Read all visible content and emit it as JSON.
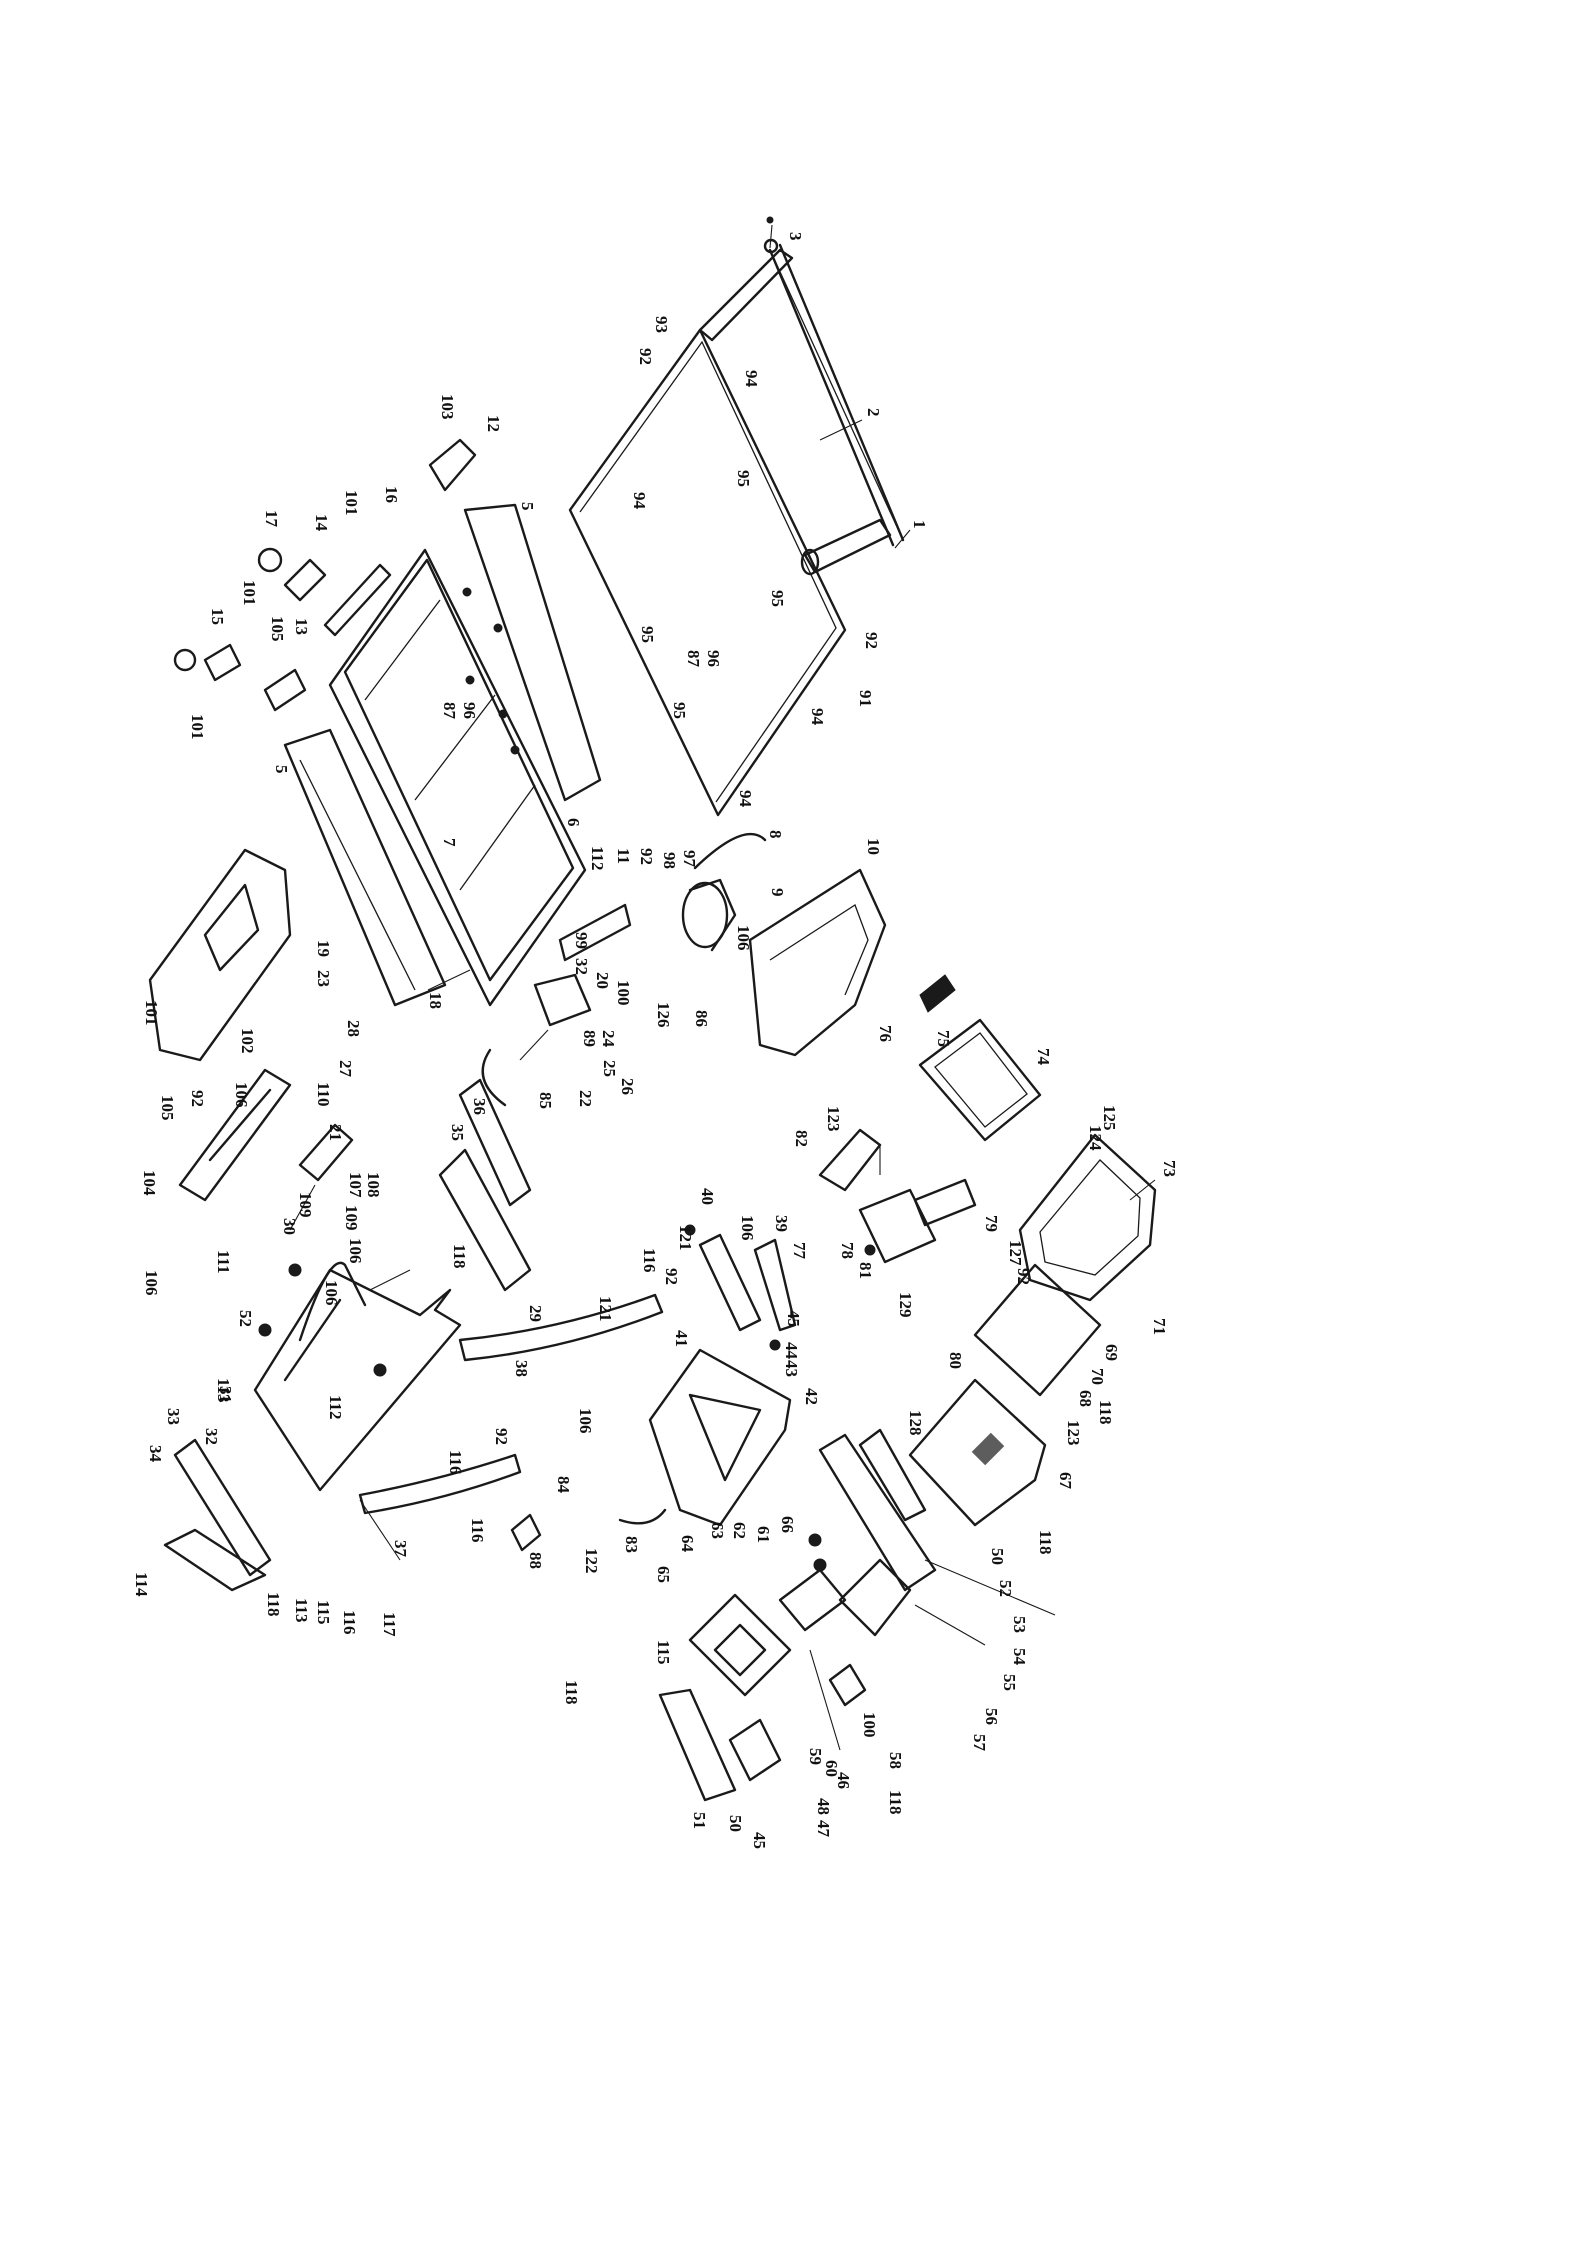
{
  "diagram": {
    "type": "exploded-parts-diagram",
    "orientation": "rotated 90 degrees clockwise",
    "label_color": "#111111",
    "line_color": "#1a1a1a",
    "background": "#ffffff"
  },
  "callouts": [
    "3",
    "93",
    "92",
    "94",
    "2",
    "1",
    "95",
    "94",
    "95",
    "92",
    "91",
    "94",
    "95",
    "96",
    "87",
    "95",
    "94",
    "103",
    "12",
    "16",
    "101",
    "14",
    "17",
    "101",
    "13",
    "105",
    "15",
    "101",
    "5",
    "96",
    "87",
    "5",
    "6",
    "7",
    "8",
    "112",
    "11",
    "92",
    "98",
    "97",
    "9",
    "106",
    "19",
    "23",
    "101",
    "102",
    "18",
    "99",
    "32",
    "20",
    "100",
    "126",
    "86",
    "89",
    "24",
    "25",
    "26",
    "22",
    "10",
    "28",
    "27",
    "110",
    "106",
    "92",
    "105",
    "104",
    "21",
    "107",
    "108",
    "109",
    "109",
    "36",
    "35",
    "85",
    "106",
    "111",
    "30",
    "106",
    "118",
    "29",
    "76",
    "75",
    "74",
    "123",
    "82",
    "73",
    "124",
    "125",
    "40",
    "106",
    "121",
    "39",
    "77",
    "78",
    "81",
    "129",
    "79",
    "127",
    "92",
    "71",
    "116",
    "92",
    "121",
    "41",
    "45",
    "44",
    "43",
    "42",
    "69",
    "70",
    "68",
    "118",
    "123",
    "128",
    "80",
    "67",
    "52",
    "113",
    "31",
    "112",
    "106",
    "38",
    "106",
    "92",
    "116",
    "84",
    "116",
    "88",
    "83",
    "122",
    "33",
    "32",
    "34",
    "37",
    "114",
    "118",
    "113",
    "115",
    "116",
    "117",
    "50",
    "118",
    "65",
    "64",
    "63",
    "62",
    "61",
    "66",
    "52",
    "53",
    "54",
    "55",
    "56",
    "57",
    "115",
    "118",
    "58",
    "100",
    "118",
    "60",
    "59",
    "48",
    "47",
    "45",
    "50",
    "51",
    "46"
  ]
}
